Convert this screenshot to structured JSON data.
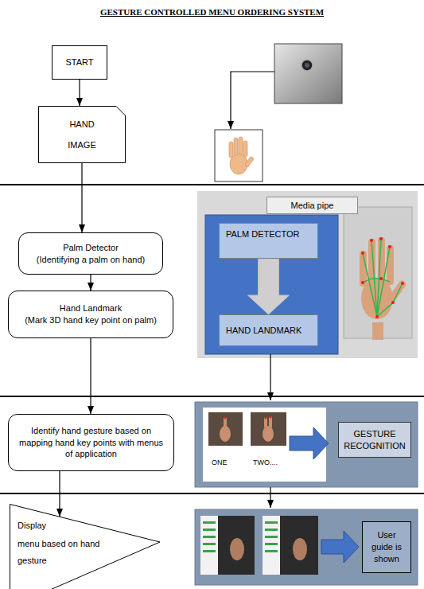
{
  "diagram": {
    "title": "GESTURE CONTROLLED MENU ORDERING SYSTEM",
    "nodes": [
      {
        "text": [
          "START"
        ]
      },
      {
        "text": [
          "HAND IMAGE"
        ]
      },
      {
        "text": [
          "Palm Detector",
          "(Identifying a palm on hand)"
        ]
      },
      {
        "text": [
          "Media pipe"
        ]
      },
      {
        "text": [
          "PALM DETECTOR"
        ]
      },
      {
        "text": [
          "HAND LANDMARK"
        ]
      },
      {
        "text": [
          "Hand Landmark",
          "(Mark 3D hand key point on palm)"
        ]
      },
      {
        "text": [
          "Identify hand gesture based on mapping hand key points with menus of application"
        ]
      },
      {
        "text": [
          "GESTURE RECOGNITION"
        ]
      },
      {
        "text": [
          "Display",
          "menu based on hand gesture"
        ]
      },
      {
        "text": [
          "User guide is shown"
        ]
      }
    ],
    "edges": [
      {
        "from": 0,
        "to": 1,
        "arrow": "to"
      },
      {
        "from": 1,
        "to": 2,
        "arrow": "to"
      },
      {
        "from": 4,
        "to": 5,
        "arrow": "to"
      },
      {
        "from": 2,
        "to": 6,
        "arrow": "to"
      },
      {
        "from": 6,
        "to": 7,
        "arrow": "to"
      },
      {
        "from": 7,
        "to": 9,
        "arrow": "to"
      }
    ],
    "labels": [
      "ONE",
      "TWO...."
    ]
  }
}
